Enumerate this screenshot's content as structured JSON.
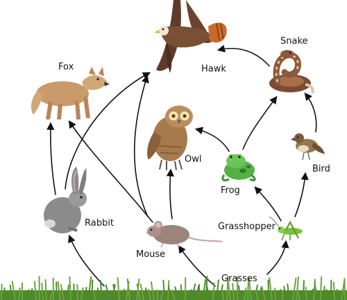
{
  "organisms": {
    "hawk": "Hawk",
    "snake": "Snake",
    "fox": "Fox",
    "owl": "Owl",
    "bird": "Bird",
    "frog": "Frog",
    "rabbit": "Rabbit",
    "grasshopper": "Grasshopper",
    "mouse": "Mouse",
    "grasses": "Grasses"
  },
  "links": [
    {
      "from": "Grasses",
      "to": "Rabbit"
    },
    {
      "from": "Grasses",
      "to": "Mouse"
    },
    {
      "from": "Grasses",
      "to": "Grasshopper"
    },
    {
      "from": "Grasshopper",
      "to": "Frog"
    },
    {
      "from": "Grasshopper",
      "to": "Bird"
    },
    {
      "from": "Rabbit",
      "to": "Fox"
    },
    {
      "from": "Rabbit",
      "to": "Hawk"
    },
    {
      "from": "Mouse",
      "to": "Fox"
    },
    {
      "from": "Mouse",
      "to": "Hawk"
    },
    {
      "from": "Mouse",
      "to": "Owl"
    },
    {
      "from": "Frog",
      "to": "Owl"
    },
    {
      "from": "Frog",
      "to": "Snake"
    },
    {
      "from": "Bird",
      "to": "Snake"
    },
    {
      "from": "Snake",
      "to": "Hawk"
    }
  ],
  "colors": {
    "arrow": "#111111",
    "grass": "#4f8a2a",
    "background": "#ffffff"
  }
}
